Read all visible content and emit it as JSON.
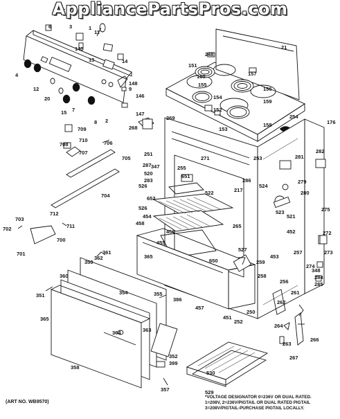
{
  "watermark": "AppliancePartsPros.com",
  "art_number": "(ART NO. WB9570)",
  "voltage_note": [
    "*VOLTAGE DESIGNATOR 0=236V OR DUAL RATED.",
    "1=208V, 2=236V/PIGTAIL OR DUAL RATED PIGTAIL",
    "3=208V/PIGTAIL-PURCHASE PIGTAIL LOCALLY."
  ],
  "callouts": [
    {
      "id": "c5",
      "text": "5"
    },
    {
      "id": "c6",
      "text": "6"
    },
    {
      "id": "c3",
      "text": "3"
    },
    {
      "id": "c1",
      "text": "1"
    },
    {
      "id": "c11",
      "text": "11"
    },
    {
      "id": "c145",
      "text": "145"
    },
    {
      "id": "c13",
      "text": "13"
    },
    {
      "id": "c14",
      "text": "14"
    },
    {
      "id": "c4",
      "text": "4"
    },
    {
      "id": "c12",
      "text": "12"
    },
    {
      "id": "c20",
      "text": "20"
    },
    {
      "id": "c15",
      "text": "15"
    },
    {
      "id": "c148",
      "text": "148"
    },
    {
      "id": "c9",
      "text": "9"
    },
    {
      "id": "c146",
      "text": "146"
    },
    {
      "id": "c147",
      "text": "147"
    },
    {
      "id": "c2",
      "text": "2"
    },
    {
      "id": "c8",
      "text": "8"
    },
    {
      "id": "c7",
      "text": "7"
    },
    {
      "id": "c21",
      "text": "21"
    },
    {
      "id": "c151",
      "text": "151"
    },
    {
      "id": "c248",
      "text": "248"
    },
    {
      "id": "c150",
      "text": "150"
    },
    {
      "id": "c157",
      "text": "157"
    },
    {
      "id": "c155",
      "text": "155"
    },
    {
      "id": "c156",
      "text": "156"
    },
    {
      "id": "c154",
      "text": "154"
    },
    {
      "id": "c159",
      "text": "159"
    },
    {
      "id": "c152",
      "text": "152"
    },
    {
      "id": "c158",
      "text": "158"
    },
    {
      "id": "c153",
      "text": "153"
    },
    {
      "id": "c254",
      "text": "254"
    },
    {
      "id": "c176",
      "text": "176"
    },
    {
      "id": "c269",
      "text": "269"
    },
    {
      "id": "c268",
      "text": "268"
    },
    {
      "id": "c709",
      "text": "709"
    },
    {
      "id": "c710",
      "text": "710"
    },
    {
      "id": "c708",
      "text": "708"
    },
    {
      "id": "c707",
      "text": "707"
    },
    {
      "id": "c706",
      "text": "706"
    },
    {
      "id": "c705",
      "text": "705"
    },
    {
      "id": "c251",
      "text": "251"
    },
    {
      "id": "c271",
      "text": "271"
    },
    {
      "id": "c253",
      "text": "253"
    },
    {
      "id": "c281",
      "text": "281"
    },
    {
      "id": "c282",
      "text": "282"
    },
    {
      "id": "c287",
      "text": "287"
    },
    {
      "id": "c347",
      "text": "347"
    },
    {
      "id": "c255",
      "text": "255"
    },
    {
      "id": "c520",
      "text": "520"
    },
    {
      "id": "c283",
      "text": "283"
    },
    {
      "id": "c651",
      "text": "651"
    },
    {
      "id": "c286",
      "text": "286"
    },
    {
      "id": "c279",
      "text": "279"
    },
    {
      "id": "c526a",
      "text": "526"
    },
    {
      "id": "c524",
      "text": "524"
    },
    {
      "id": "c280",
      "text": "280"
    },
    {
      "id": "c522",
      "text": "522"
    },
    {
      "id": "c217",
      "text": "217"
    },
    {
      "id": "c652",
      "text": "652"
    },
    {
      "id": "c704",
      "text": "704"
    },
    {
      "id": "c523",
      "text": "523"
    },
    {
      "id": "c712",
      "text": "712"
    },
    {
      "id": "c526b",
      "text": "526"
    },
    {
      "id": "c275",
      "text": "275"
    },
    {
      "id": "c703",
      "text": "703"
    },
    {
      "id": "c711",
      "text": "711"
    },
    {
      "id": "c521",
      "text": "521"
    },
    {
      "id": "c454",
      "text": "454"
    },
    {
      "id": "c265",
      "text": "265"
    },
    {
      "id": "c702",
      "text": "702"
    },
    {
      "id": "c458",
      "text": "458"
    },
    {
      "id": "c456",
      "text": "456"
    },
    {
      "id": "c452",
      "text": "452"
    },
    {
      "id": "c272",
      "text": "272"
    },
    {
      "id": "c700",
      "text": "700"
    },
    {
      "id": "c455",
      "text": "455"
    },
    {
      "id": "c701",
      "text": "701"
    },
    {
      "id": "c527",
      "text": "527"
    },
    {
      "id": "c453",
      "text": "453"
    },
    {
      "id": "c361",
      "text": "361"
    },
    {
      "id": "c365a",
      "text": "365"
    },
    {
      "id": "c650",
      "text": "650"
    },
    {
      "id": "c257",
      "text": "257"
    },
    {
      "id": "c273",
      "text": "273"
    },
    {
      "id": "c362",
      "text": "362"
    },
    {
      "id": "c259",
      "text": "259"
    },
    {
      "id": "c274",
      "text": "274"
    },
    {
      "id": "c350",
      "text": "350"
    },
    {
      "id": "c348",
      "text": "348"
    },
    {
      "id": "c284",
      "text": "284"
    },
    {
      "id": "c360",
      "text": "360"
    },
    {
      "id": "c258",
      "text": "258"
    },
    {
      "id": "c256",
      "text": "256"
    },
    {
      "id": "c285",
      "text": "285"
    },
    {
      "id": "c354",
      "text": "354"
    },
    {
      "id": "c355",
      "text": "355"
    },
    {
      "id": "c351",
      "text": "351"
    },
    {
      "id": "c386",
      "text": "386"
    },
    {
      "id": "c261",
      "text": "261"
    },
    {
      "id": "c262",
      "text": "262"
    },
    {
      "id": "c457",
      "text": "457"
    },
    {
      "id": "c451",
      "text": "451"
    },
    {
      "id": "c252",
      "text": "252"
    },
    {
      "id": "c250",
      "text": "250"
    },
    {
      "id": "c365b",
      "text": "365"
    },
    {
      "id": "c264",
      "text": "264"
    },
    {
      "id": "c363",
      "text": "363"
    },
    {
      "id": "c364",
      "text": "364"
    },
    {
      "id": "c263",
      "text": "263"
    },
    {
      "id": "c266",
      "text": "266"
    },
    {
      "id": "c352",
      "text": "352"
    },
    {
      "id": "c267",
      "text": "267"
    },
    {
      "id": "c358",
      "text": "358"
    },
    {
      "id": "c399",
      "text": "399"
    },
    {
      "id": "c530",
      "text": "530"
    },
    {
      "id": "c357",
      "text": "357"
    },
    {
      "id": "c529",
      "text": "529"
    }
  ]
}
